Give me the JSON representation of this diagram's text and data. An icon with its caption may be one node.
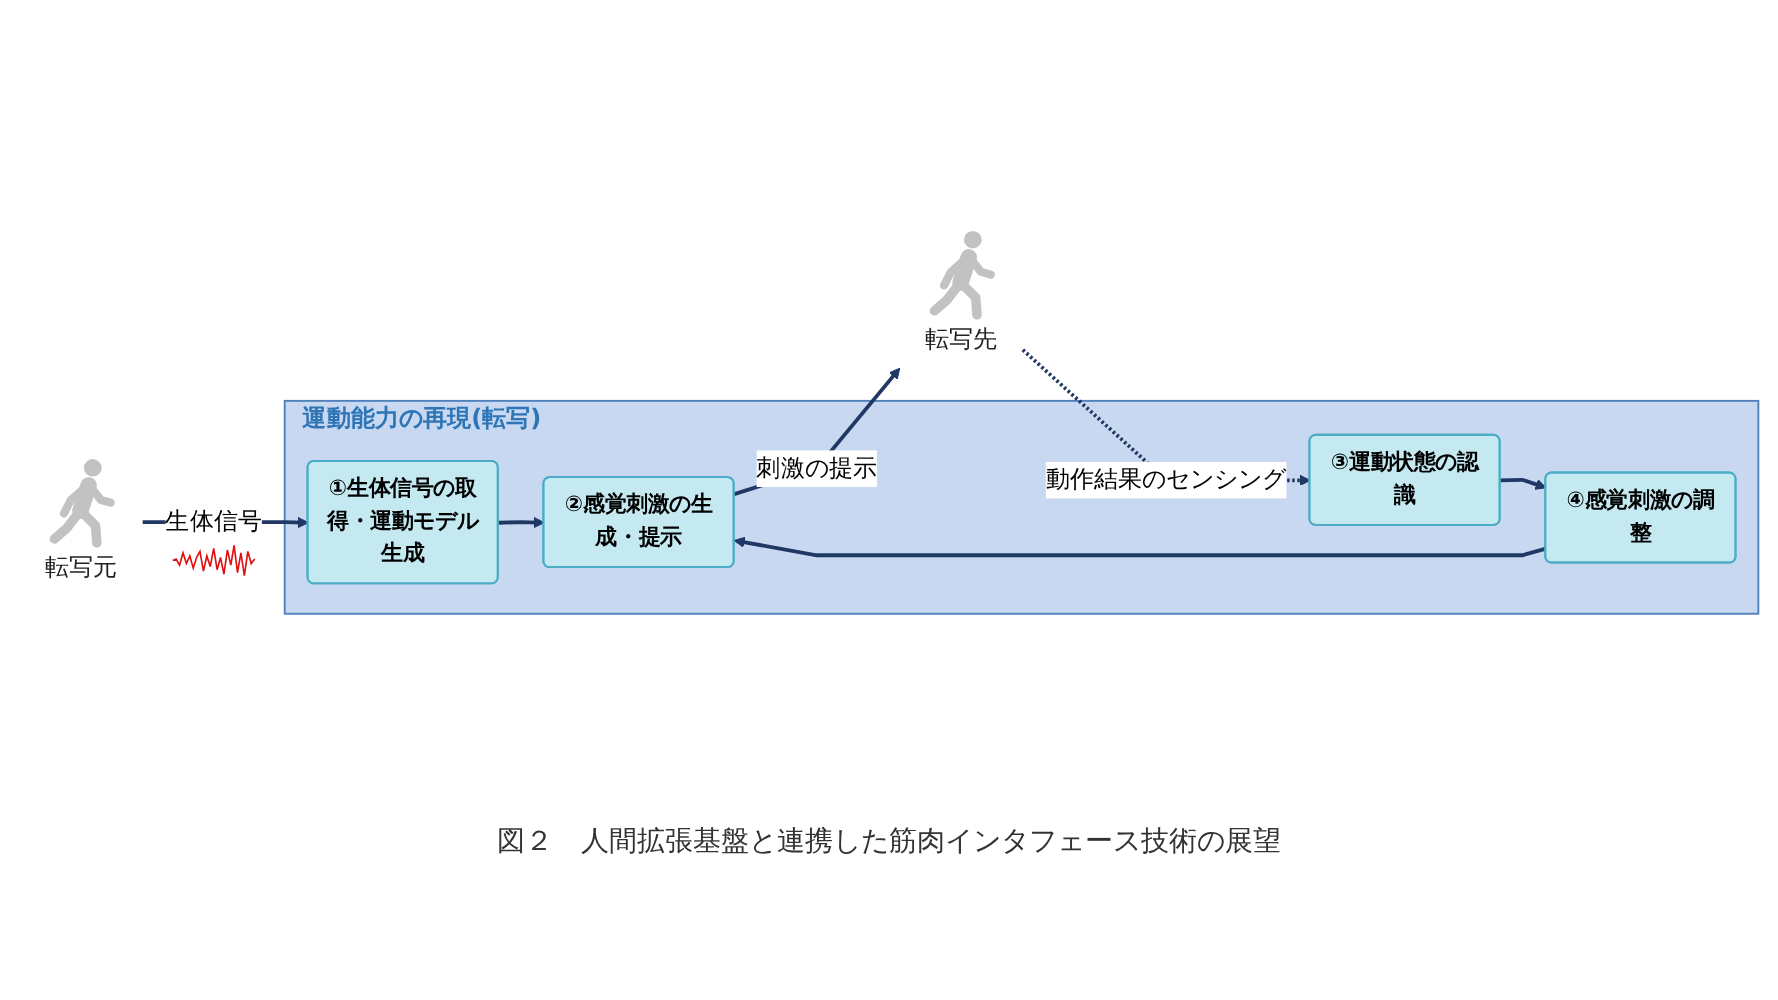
{
  "diagram": {
    "caption": "図２　人間拡張基盤と連携した筋肉インタフェース技術の展望",
    "nodes": [
      {
        "text": [],
        "shape": "person",
        "beside": [
          "転写元"
        ]
      },
      {
        "text": [
          "運動能力の再現(転写)"
        ]
      },
      {
        "text": [
          "①生体信号の取得・運動モデル生成"
        ],
        "in": 1
      },
      {
        "text": [
          "②感覚刺激の生成・提示"
        ],
        "in": 1
      },
      {
        "text": [
          "④感覚刺激の調整"
        ],
        "in": 1
      },
      {
        "text": [
          "③運動状態の認識"
        ],
        "in": 1
      },
      {
        "text": [],
        "shape": "person",
        "beside": [
          "転写先"
        ]
      }
    ],
    "edges": [
      {
        "from": 0,
        "to": 2,
        "arrow": "to",
        "label": "生体信号"
      },
      {
        "from": 2,
        "to": 3,
        "arrow": "to"
      },
      {
        "from": 3,
        "to": 6,
        "arrow": "to",
        "label": "刺激の提示"
      },
      {
        "from": 6,
        "to": 5,
        "arrow": "to",
        "label": "動作結果のセンシング",
        "style": "dashed"
      },
      {
        "from": 5,
        "to": 4,
        "arrow": "to"
      },
      {
        "from": 4,
        "to": 3,
        "arrow": "to"
      }
    ]
  }
}
